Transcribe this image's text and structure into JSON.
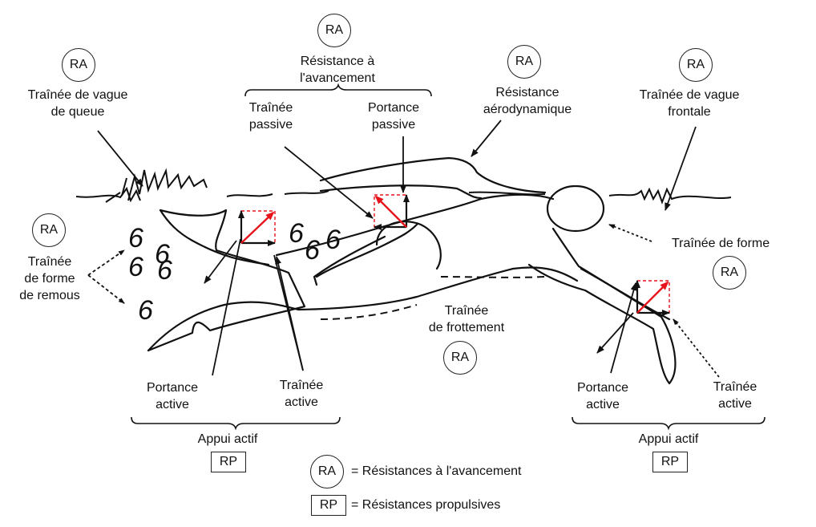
{
  "symbols": {
    "ra": "RA",
    "rp": "RP"
  },
  "labels": {
    "trainee_vague_queue": [
      "Traînée de vague",
      "de queue"
    ],
    "resistance_avancement": [
      "Résistance à",
      "l'avancement"
    ],
    "resistance_aero": [
      "Résistance",
      "aérodynamique"
    ],
    "trainee_vague_frontale": [
      "Traînée de vague",
      "frontale"
    ],
    "trainee_passive": [
      "Traînée",
      "passive"
    ],
    "portance_passive": [
      "Portance",
      "passive"
    ],
    "trainee_forme_remous": [
      "Traînée",
      "de forme",
      "de remous"
    ],
    "trainee_forme": "Traînée de forme",
    "trainee_frottement": [
      "Traînée",
      "de frottement"
    ],
    "portance_active_left": [
      "Portance",
      "active"
    ],
    "trainee_active_left": [
      "Traînée",
      "active"
    ],
    "portance_active_right": [
      "Portance",
      "active"
    ],
    "trainee_active_right": [
      "Traînée",
      "active"
    ],
    "appui_actif_left": "Appui actif",
    "appui_actif_right": "Appui actif"
  },
  "legend": {
    "ra_text": "= Résistances à l'avancement",
    "rp_text": "= Résistances propulsives"
  },
  "colors": {
    "ink": "#111111",
    "resultant_arrow": "#e8141c",
    "dashed_box": "#e8141c"
  }
}
